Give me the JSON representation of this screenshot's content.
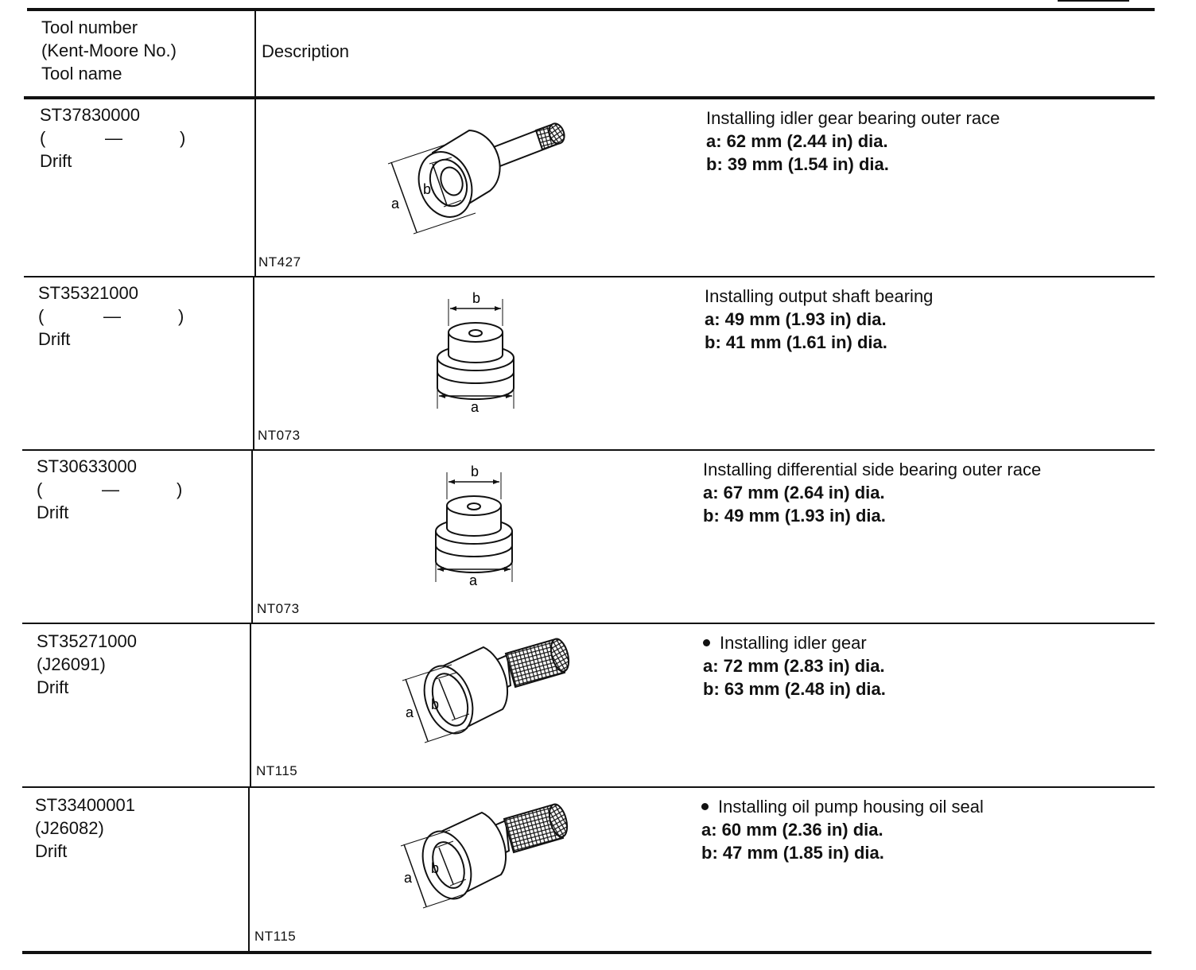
{
  "header": {
    "tool_col": [
      "Tool number",
      "(Kent-Moore No.)",
      "Tool name"
    ],
    "description_col": "Description"
  },
  "rows": [
    {
      "tool_number": "ST37830000",
      "kent_open": "(",
      "kent_no": "—",
      "kent_close": ")",
      "tool_name": "Drift",
      "figure_code": "NT427",
      "figure_icon": "drift-tool-angled-icon",
      "description": "Installing idler gear bearing outer race",
      "bullet": false,
      "spec_a": "a: 62 mm (2.44 in) dia.",
      "spec_b": "b: 39 mm (1.54 in) dia."
    },
    {
      "tool_number": "ST35321000",
      "kent_open": "(",
      "kent_no": "—",
      "kent_close": ")",
      "tool_name": "Drift",
      "figure_code": "NT073",
      "figure_icon": "drift-tool-upright-icon",
      "description": "Installing output shaft bearing",
      "bullet": false,
      "spec_a": "a: 49 mm (1.93 in) dia.",
      "spec_b": "b: 41 mm (1.61 in) dia."
    },
    {
      "tool_number": "ST30633000",
      "kent_open": "(",
      "kent_no": "—",
      "kent_close": ")",
      "tool_name": "Drift",
      "figure_code": "NT073",
      "figure_icon": "drift-tool-upright-icon",
      "description": "Installing differential side bearing outer race",
      "bullet": false,
      "spec_a": "a: 67 mm (2.64 in) dia.",
      "spec_b": "b: 49 mm (1.93 in) dia."
    },
    {
      "tool_number": "ST35271000",
      "kent_open": "",
      "kent_no": "(J26091)",
      "kent_close": "",
      "tool_name": "Drift",
      "figure_code": "NT115",
      "figure_icon": "drift-tool-knurled-icon",
      "description": "Installing idler gear",
      "bullet": true,
      "spec_a": "a: 72 mm (2.83 in) dia.",
      "spec_b": "b: 63 mm (2.48 in) dia."
    },
    {
      "tool_number": "ST33400001",
      "kent_open": "",
      "kent_no": "(J26082)",
      "kent_close": "",
      "tool_name": "Drift",
      "figure_code": "NT115",
      "figure_icon": "drift-tool-knurled-icon",
      "description": "Installing oil pump housing oil seal",
      "bullet": true,
      "spec_a": "a: 60 mm (2.36 in) dia.",
      "spec_b": "b: 47 mm (1.85 in) dia."
    }
  ]
}
